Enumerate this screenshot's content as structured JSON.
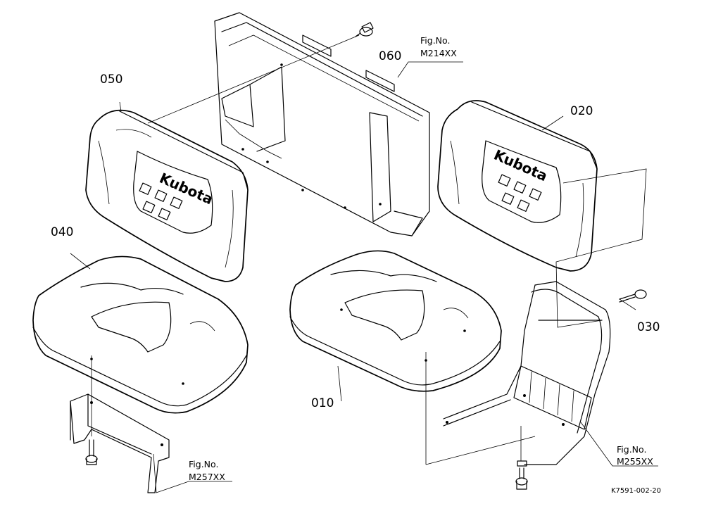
{
  "parts": [
    {
      "id": "p010",
      "label": "010",
      "name": "seat-cushion-right"
    },
    {
      "id": "p020",
      "label": "020",
      "name": "backrest-right"
    },
    {
      "id": "p030",
      "label": "030",
      "name": "bolt-right-frame"
    },
    {
      "id": "p040",
      "label": "040",
      "name": "seat-cushion-left"
    },
    {
      "id": "p050",
      "label": "050",
      "name": "backrest-left"
    },
    {
      "id": "p060",
      "label": "060",
      "name": "bolt-top"
    }
  ],
  "figure_refs": [
    {
      "prefix": "Fig.No.",
      "number": "M214XX"
    },
    {
      "prefix": "Fig.No.",
      "number": "M257XX"
    },
    {
      "prefix": "Fig.No.",
      "number": "M255XX"
    }
  ],
  "logo_text": "Kubota",
  "drawing_code": "K7591-002-20"
}
